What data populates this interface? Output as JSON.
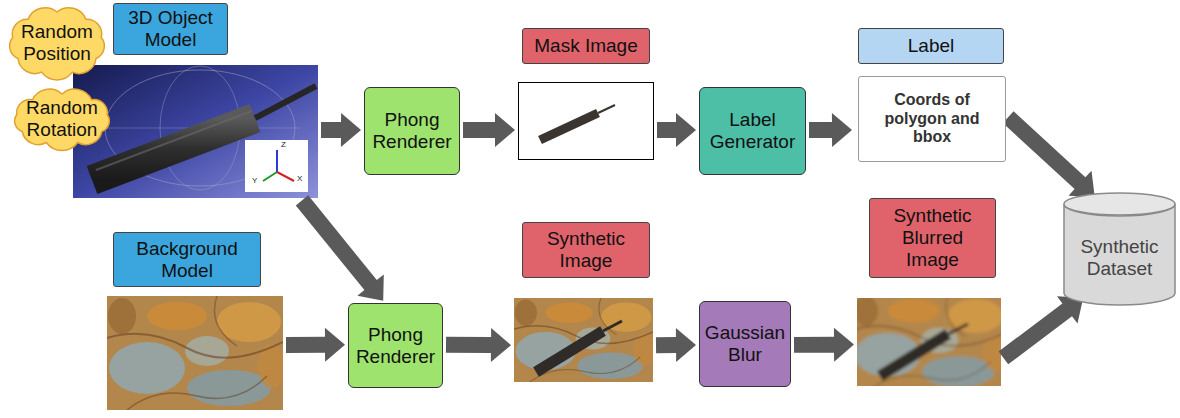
{
  "diagram": {
    "nodes": [
      {
        "text": [
          "Random Position"
        ]
      },
      {
        "text": [
          "Random Rotation"
        ]
      },
      {
        "text": [
          "3D Object Model"
        ]
      },
      {
        "text": [
          "Phong Renderer"
        ]
      },
      {
        "text": [
          "Mask Image"
        ]
      },
      {
        "text": [
          "Label Generator"
        ]
      },
      {
        "text": [
          "Label",
          "Coords of polygon and bbox"
        ]
      },
      {
        "text": [
          "Background Model"
        ]
      },
      {
        "text": [
          "Phong Renderer"
        ]
      },
      {
        "text": [
          "Synthetic Image"
        ]
      },
      {
        "text": [
          "Gaussian Blur"
        ]
      },
      {
        "text": [
          "Synthetic Blurred Image"
        ]
      },
      {
        "text": [
          "Synthetic Dataset"
        ]
      }
    ],
    "edges": [
      {
        "from": 2,
        "to": 3,
        "arrow": "to"
      },
      {
        "from": 3,
        "to": 4,
        "arrow": "to"
      },
      {
        "from": 4,
        "to": 5,
        "arrow": "to"
      },
      {
        "from": 5,
        "to": 6,
        "arrow": "to"
      },
      {
        "from": 6,
        "to": 12,
        "arrow": "to"
      },
      {
        "from": 2,
        "to": 8,
        "arrow": "to"
      },
      {
        "from": 7,
        "to": 8,
        "arrow": "to"
      },
      {
        "from": 8,
        "to": 9,
        "arrow": "to"
      },
      {
        "from": 9,
        "to": 10,
        "arrow": "to"
      },
      {
        "from": 10,
        "to": 11,
        "arrow": "to"
      },
      {
        "from": 11,
        "to": 12,
        "arrow": "to"
      }
    ],
    "labels": [
      "Z",
      "Y",
      "X"
    ]
  }
}
